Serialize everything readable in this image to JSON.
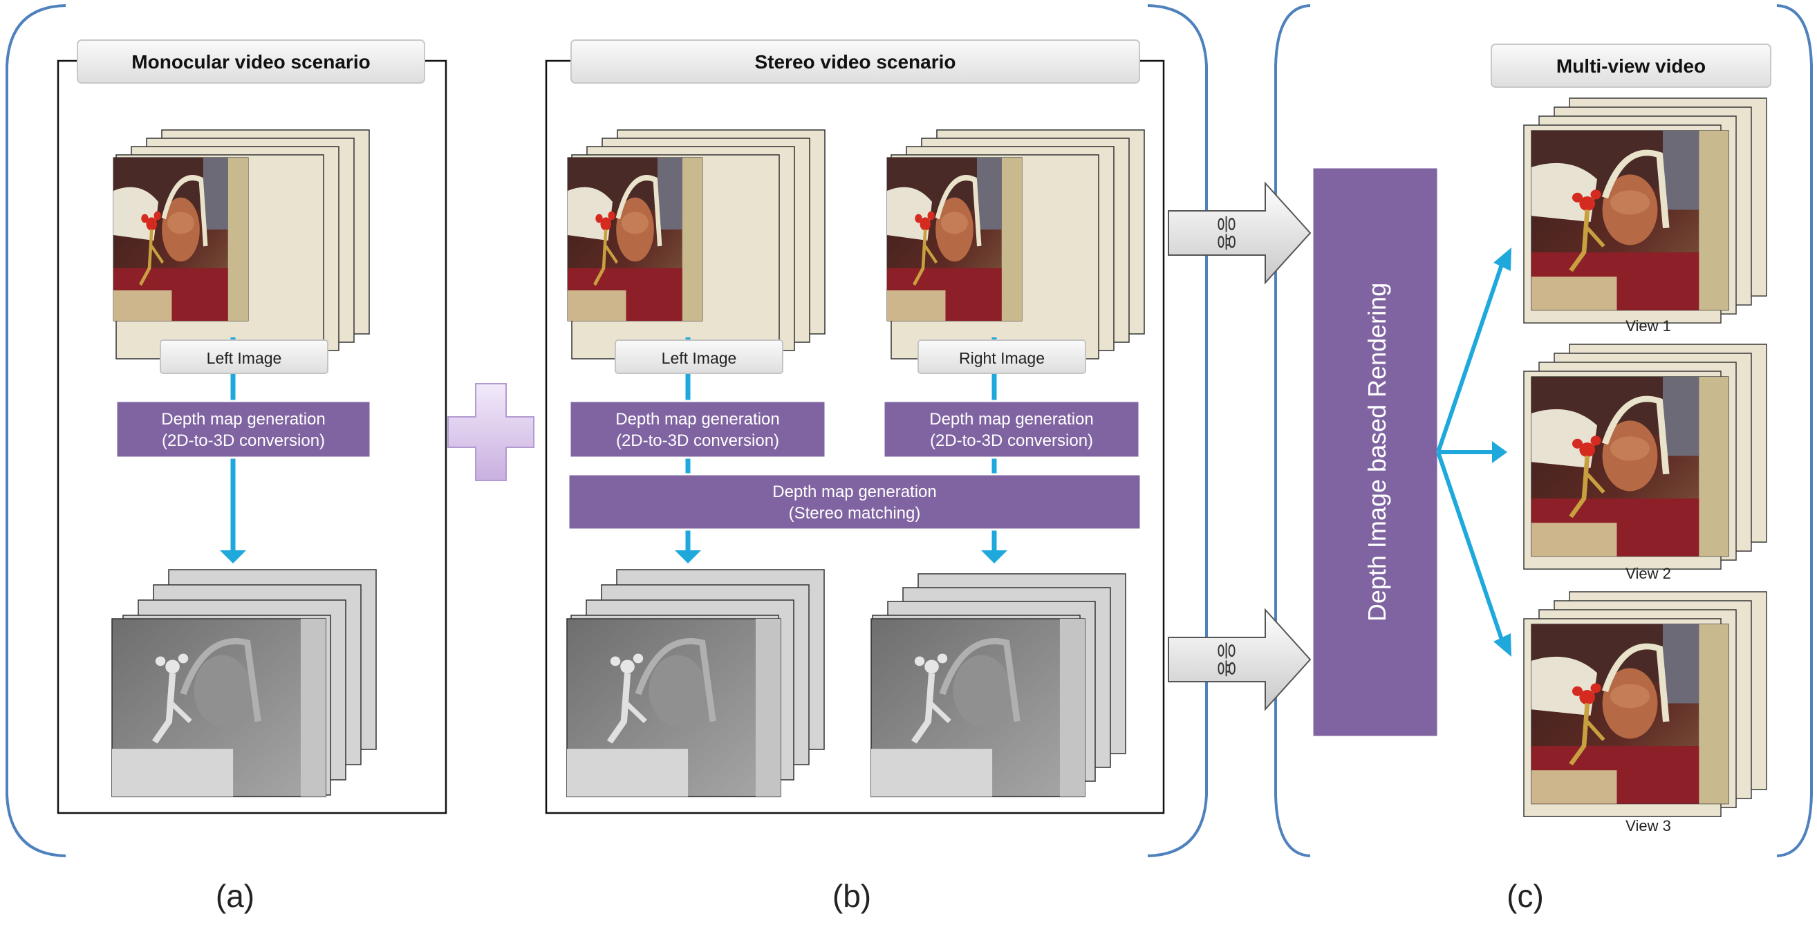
{
  "panels": {
    "monocular": {
      "title": "Monocular video scenario",
      "caption": "(a)"
    },
    "stereo": {
      "title": "Stereo video scenario",
      "caption": "(b)"
    },
    "multiview": {
      "title": "Multi-view video",
      "caption": "(c)"
    }
  },
  "labels": {
    "left_image": "Left Image",
    "right_image": "Right Image",
    "depth_gen_line1": "Depth map generation",
    "depth_gen_line2": "(2D-to-3D conversion)",
    "stereo_match_line1": "Depth map generation",
    "stereo_match_line2": "(Stereo matching)",
    "dibr": "Depth Image based Rendering",
    "apply_arrow": "응용"
  },
  "views": [
    "View 1",
    "View 2",
    "View 3"
  ],
  "colors": {
    "purple": "#8064a2",
    "arrow_blue": "#1fa8dc",
    "bracket_blue": "#4f81bd",
    "plus": "#d9c6ea"
  }
}
